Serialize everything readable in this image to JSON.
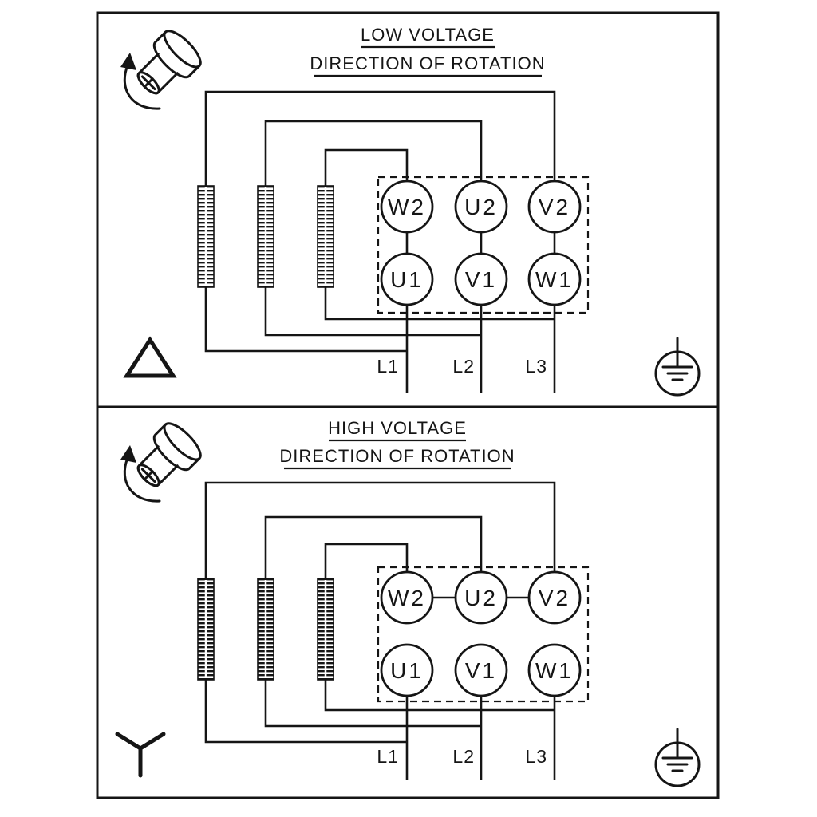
{
  "colors": {
    "ink": "#151515",
    "background": "#ffffff"
  },
  "diagram": {
    "panels": [
      {
        "title": "LOW VOLTAGE",
        "subtitle": "DIRECTION OF ROTATION",
        "winding_connection": "delta",
        "terminals_top": [
          "W2",
          "U2",
          "V2"
        ],
        "terminals_bottom": [
          "U1",
          "V1",
          "W1"
        ],
        "line_labels": [
          "L1",
          "L2",
          "L3"
        ],
        "icons": [
          "rotation-direction-shaft",
          "delta-connection",
          "protective-earth"
        ]
      },
      {
        "title": "HIGH VOLTAGE",
        "subtitle": "DIRECTION OF ROTATION",
        "winding_connection": "star",
        "terminals_top": [
          "W2",
          "U2",
          "V2"
        ],
        "terminals_bottom": [
          "U1",
          "V1",
          "W1"
        ],
        "line_labels": [
          "L1",
          "L2",
          "L3"
        ],
        "icons": [
          "rotation-direction-shaft",
          "star-connection",
          "protective-earth"
        ]
      }
    ]
  }
}
